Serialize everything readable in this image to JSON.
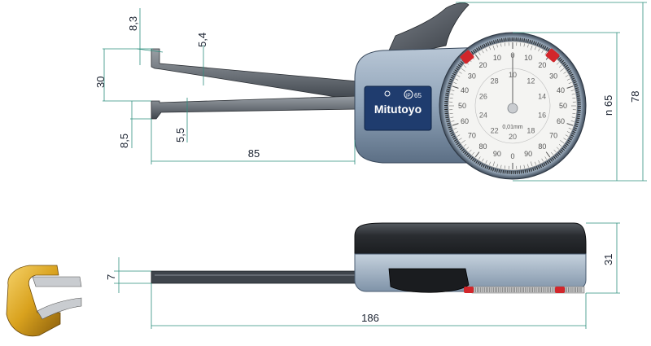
{
  "drawing": {
    "brand": "Mitutoyo",
    "ip_rating": {
      "badge": "IP",
      "value": "65"
    },
    "dial_unit": "0,01mm",
    "dims": {
      "d83": "8,3",
      "d54": "5,4",
      "d30": "30",
      "d85a": "8,5",
      "d55": "5,5",
      "d85": "85",
      "d65": "n 65",
      "d78": "78",
      "d7": "7",
      "d31": "31",
      "d186": "186"
    },
    "outer_scale": [
      "0",
      "10",
      "20",
      "30",
      "40",
      "50",
      "60",
      "70",
      "80",
      "90",
      "0",
      "90",
      "80",
      "70",
      "60",
      "50",
      "40",
      "30",
      "20",
      "10"
    ],
    "inner_scale": [
      "10",
      "12",
      "14",
      "16",
      "18",
      "20",
      "22",
      "24",
      "26",
      "28"
    ],
    "colors": {
      "body": "#8fa3b8",
      "body_dark": "#3f4f62",
      "label_panel": "#1f3c6e",
      "accent_red": "#d2262b",
      "dim_line": "#2e8f7e",
      "tip_gold": "#d9a21e"
    }
  }
}
